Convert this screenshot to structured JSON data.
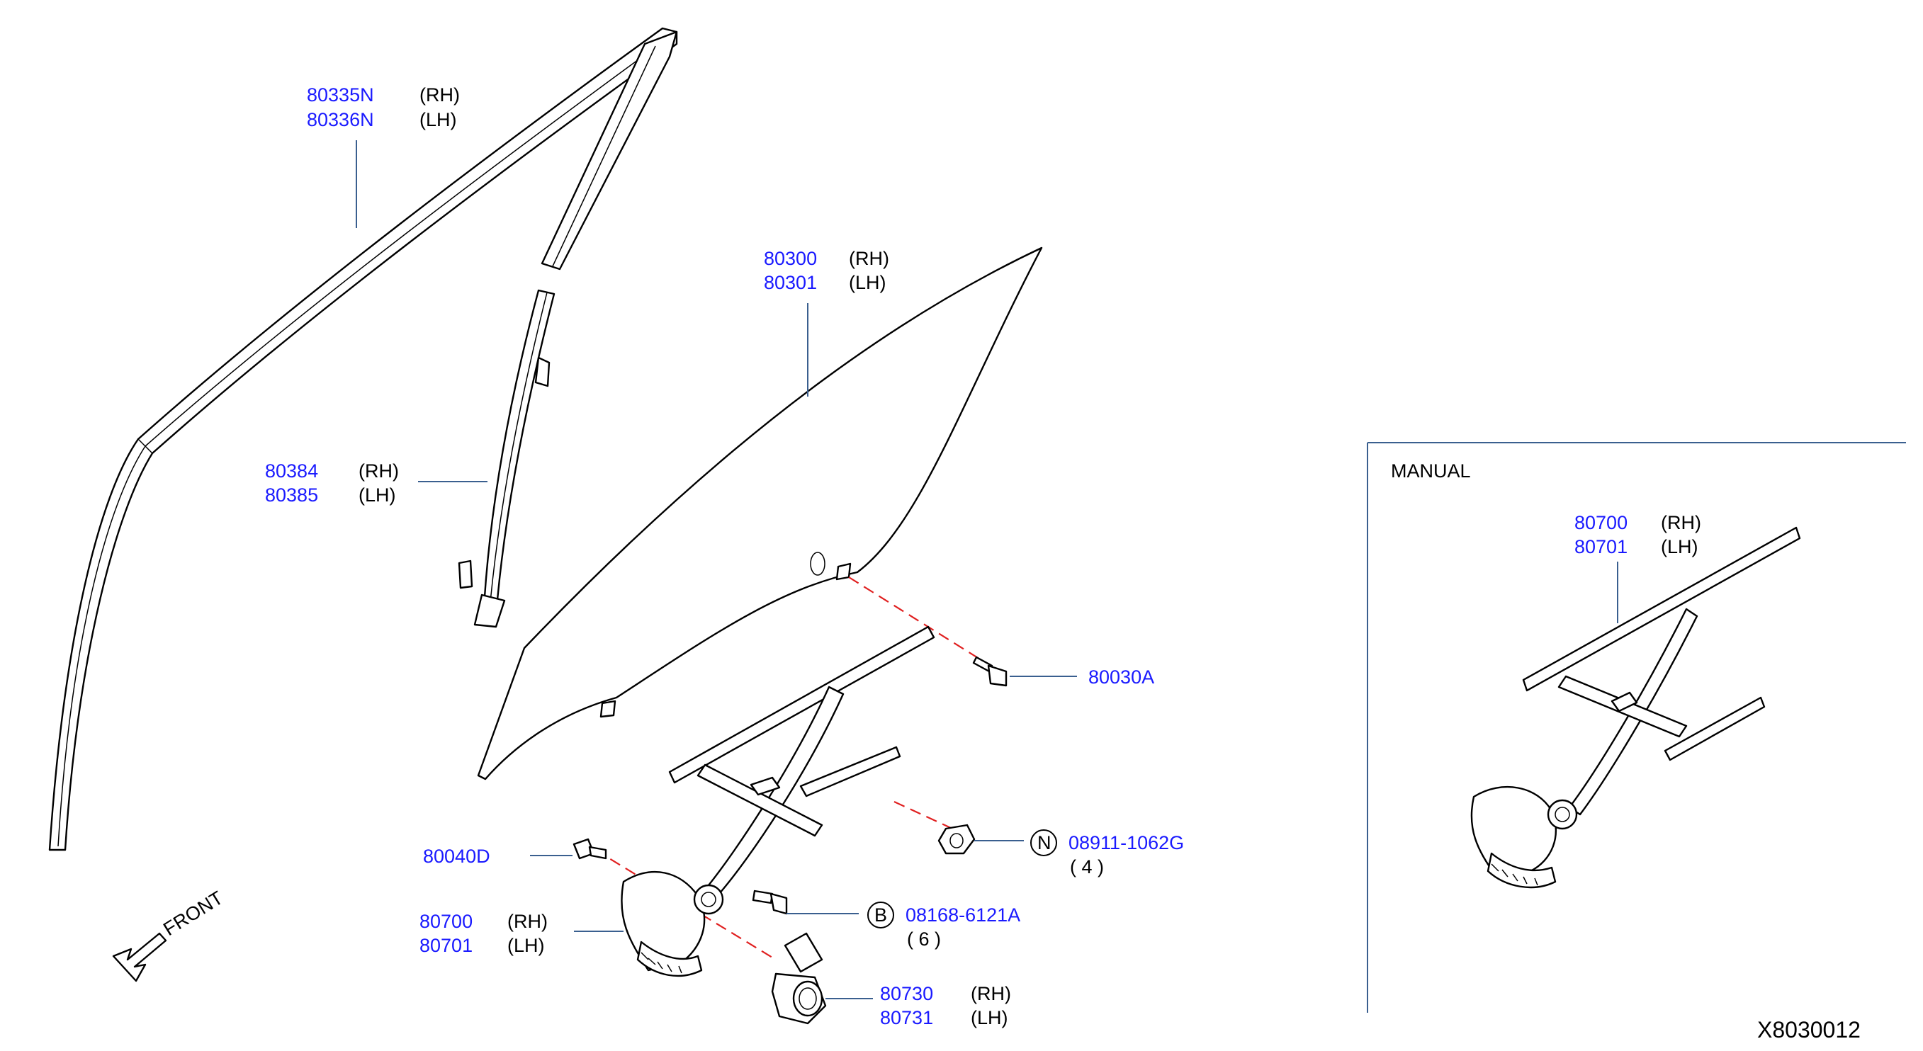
{
  "diagram_id": "X8030012",
  "manual_section": "MANUAL",
  "front_label": "FRONT",
  "callouts": {
    "moulding": {
      "rh": {
        "part": "80335N",
        "side": "(RH)"
      },
      "lh": {
        "part": "80336N",
        "side": "(LH)"
      }
    },
    "glass": {
      "rh": {
        "part": "80300",
        "side": "(RH)"
      },
      "lh": {
        "part": "80301",
        "side": "(LH)"
      }
    },
    "sash": {
      "rh": {
        "part": "80384",
        "side": "(RH)"
      },
      "lh": {
        "part": "80385",
        "side": "(LH)"
      }
    },
    "bolt_glass": {
      "part": "80030A"
    },
    "nut": {
      "prefix": "N",
      "part": "08911-1062G",
      "qty": "( 4 )"
    },
    "bolt_regulator": {
      "part": "80040D"
    },
    "bolt_b": {
      "prefix": "B",
      "part": "08168-6121A",
      "qty": "( 6 )"
    },
    "regulator": {
      "rh": {
        "part": "80700",
        "side": "(RH)"
      },
      "lh": {
        "part": "80701",
        "side": "(LH)"
      }
    },
    "motor": {
      "rh": {
        "part": "80730",
        "side": "(RH)"
      },
      "lh": {
        "part": "80731",
        "side": "(LH)"
      }
    },
    "manual_regulator": {
      "rh": {
        "part": "80700",
        "side": "(RH)"
      },
      "lh": {
        "part": "80701",
        "side": "(LH)"
      }
    }
  },
  "colors": {
    "part_number": "#1a1aff",
    "leader": "#3a5f8f",
    "dash": "#e02020"
  }
}
